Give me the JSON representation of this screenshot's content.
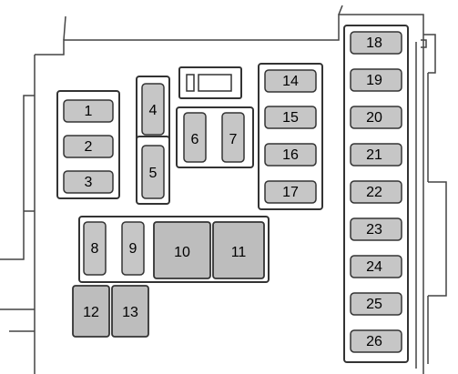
{
  "fuses": {
    "f1": "1",
    "f2": "2",
    "f3": "3",
    "f4": "4",
    "f5": "5",
    "f6": "6",
    "f7": "7",
    "f8": "8",
    "f9": "9",
    "f10": "10",
    "f11": "11",
    "f12": "12",
    "f13": "13",
    "f14": "14",
    "f15": "15",
    "f16": "16",
    "f17": "17",
    "f18": "18",
    "f19": "19",
    "f20": "20",
    "f21": "21",
    "f22": "22",
    "f23": "23",
    "f24": "24",
    "f25": "25",
    "f26": "26"
  },
  "colors": {
    "line": "#333333",
    "fuse_fill": "#c6c6c6",
    "relay_fill": "#bdbdbd",
    "background": "#ffffff"
  }
}
